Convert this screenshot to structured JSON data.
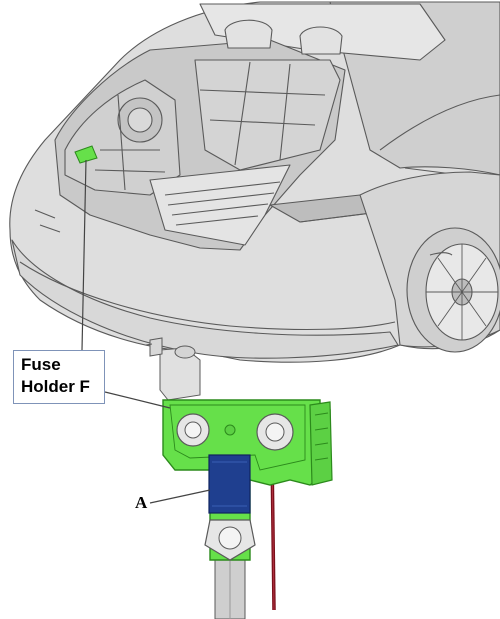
{
  "callouts": {
    "fuse_holder": {
      "line1": "Fuse",
      "line2": "Holder F"
    },
    "part_a": "A"
  },
  "colors": {
    "fuse_holder_fill": "#66e04a",
    "fuse_holder_outline": "#2c8a1c",
    "fuse_block": "#1f3f8f",
    "cable": "#7a0f1a",
    "car_body": "#dcdcdc",
    "car_outline": "#5a5a5a",
    "callout_border": "#7f93b8"
  }
}
